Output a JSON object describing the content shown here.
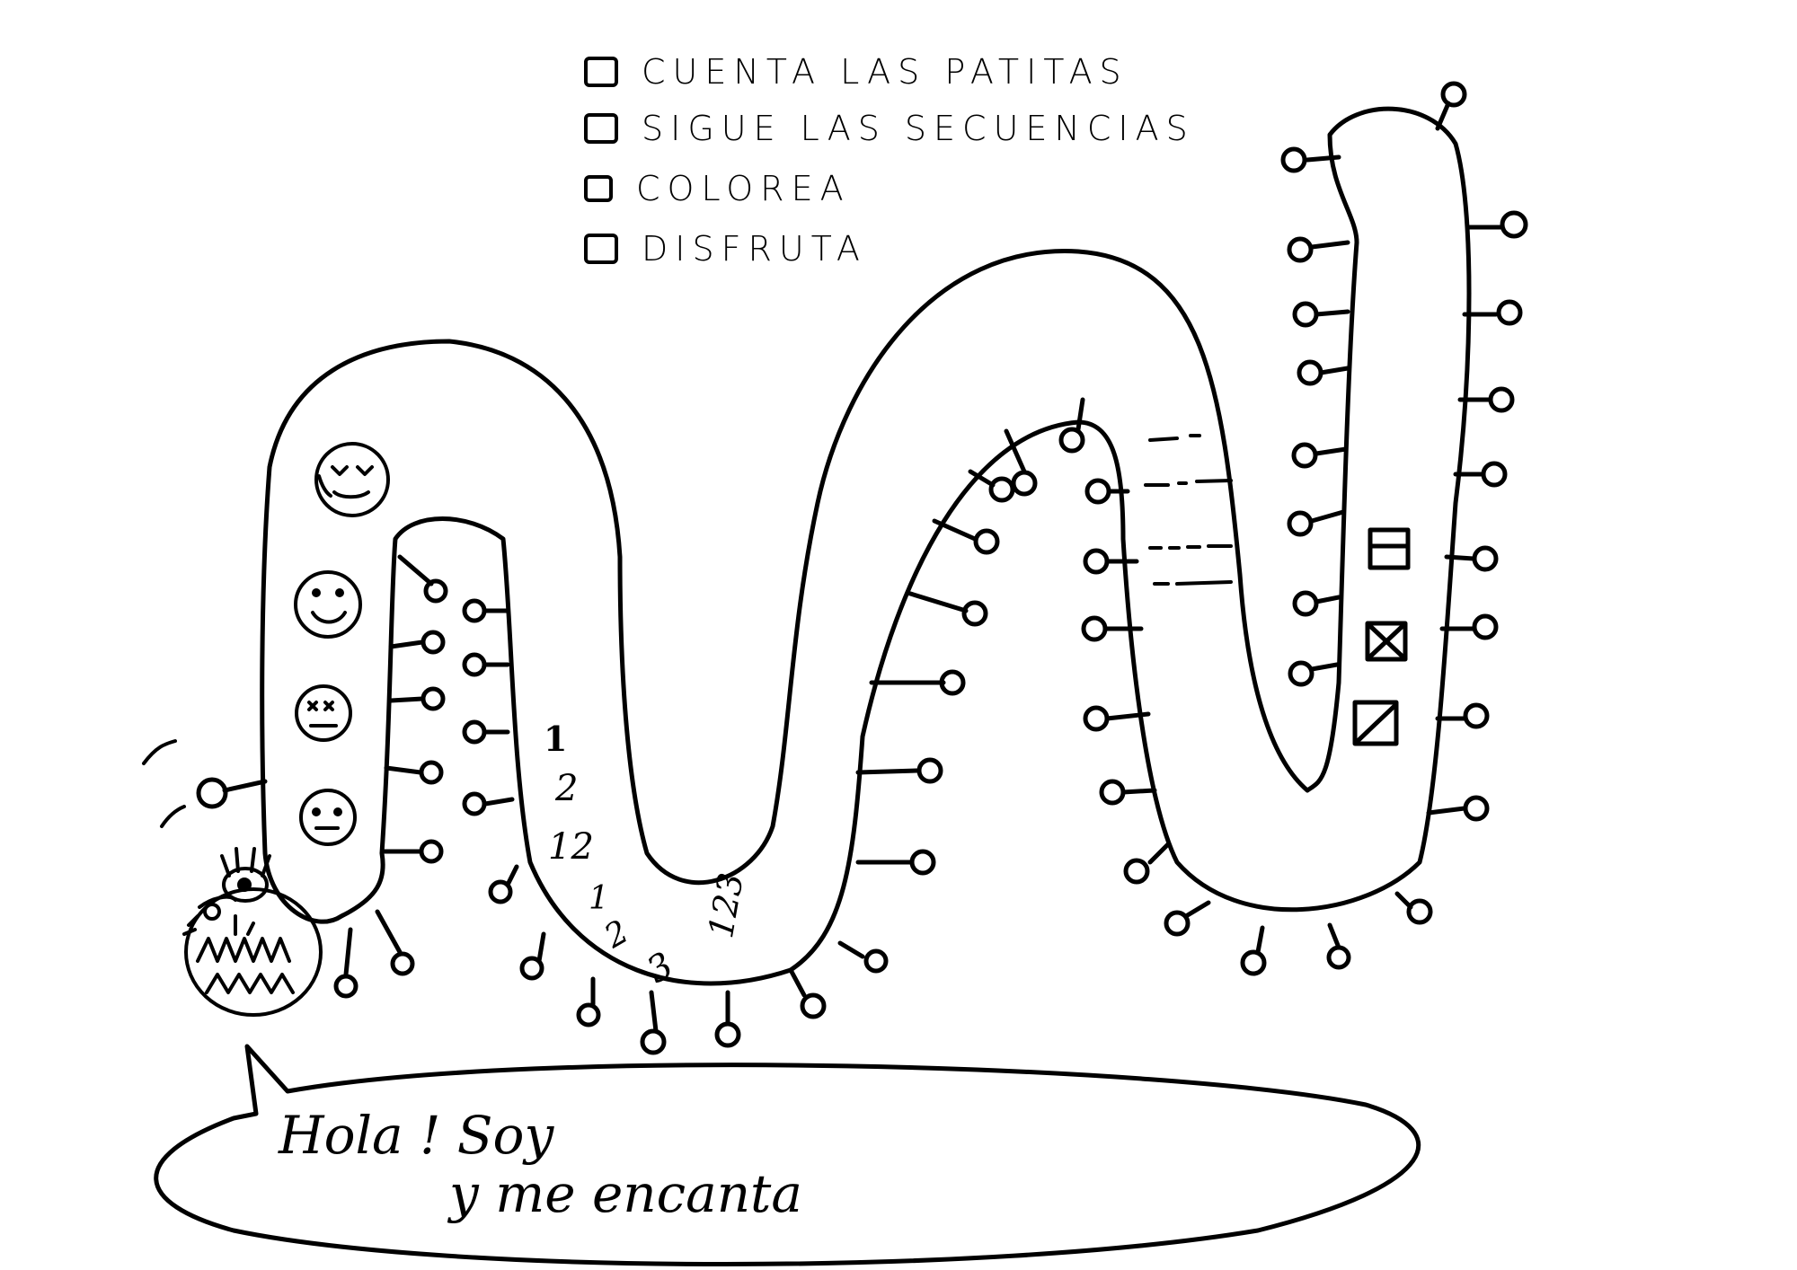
{
  "checklist": [
    {
      "label": "CUENTA LAS PATITAS",
      "checked": false
    },
    {
      "label": "SIGUE LAS SECUENCIAS",
      "checked": false
    },
    {
      "label": "COLOREA",
      "checked": false
    },
    {
      "label": "DISFRUTA",
      "checked": false
    }
  ],
  "sequence_numbers": {
    "row1": "1",
    "row2": "2",
    "row3": "12",
    "row4a": "1",
    "row4b": "2",
    "row5": "3",
    "row6": "123"
  },
  "speech_bubble": {
    "line1": "Hola ! Soy",
    "line2": "y me encanta"
  },
  "faces": [
    "love-face-icon",
    "smiling-face-icon",
    "dizzy-face-icon",
    "neutral-face-icon"
  ],
  "boxes": [
    "minus-box-icon",
    "x-box-icon",
    "slash-box-icon"
  ],
  "colors": {
    "ink": "#000000",
    "paper": "#ffffff"
  }
}
